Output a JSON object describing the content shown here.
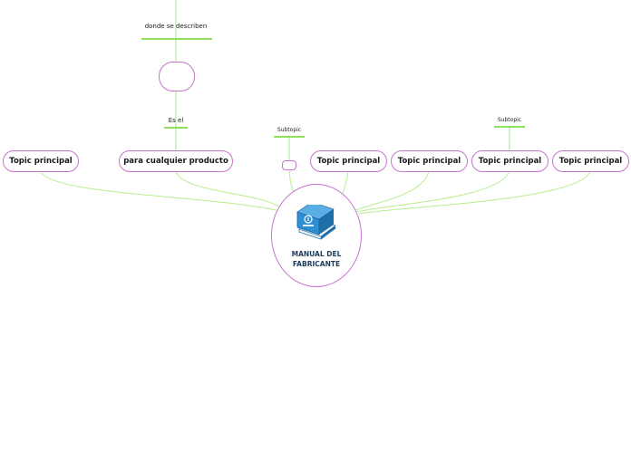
{
  "central": {
    "title": "MANUAL DEL FABRICANTE",
    "icon": "manual-book-icon",
    "colors": {
      "border": "#c873cf",
      "book": "#2f8fd3",
      "title": "#1d3b5c"
    }
  },
  "topics": [
    {
      "id": "topic-1",
      "label": "Topic principal"
    },
    {
      "id": "topic-2",
      "label": "para cualquier producto"
    },
    {
      "id": "topic-3",
      "label": "Topic principal"
    },
    {
      "id": "topic-4",
      "label": "Topic principal"
    },
    {
      "id": "topic-5",
      "label": "Topic principal"
    },
    {
      "id": "topic-6",
      "label": "Topic principal"
    }
  ],
  "labels": {
    "donde": "donde se describen",
    "esel": "Es el",
    "subtopic_left": "Subtopic",
    "subtopic_right": "Subtopic"
  },
  "colors": {
    "connector": "#b6ee8c",
    "underline": "#8fe05a",
    "node_border": "#c873cf"
  }
}
